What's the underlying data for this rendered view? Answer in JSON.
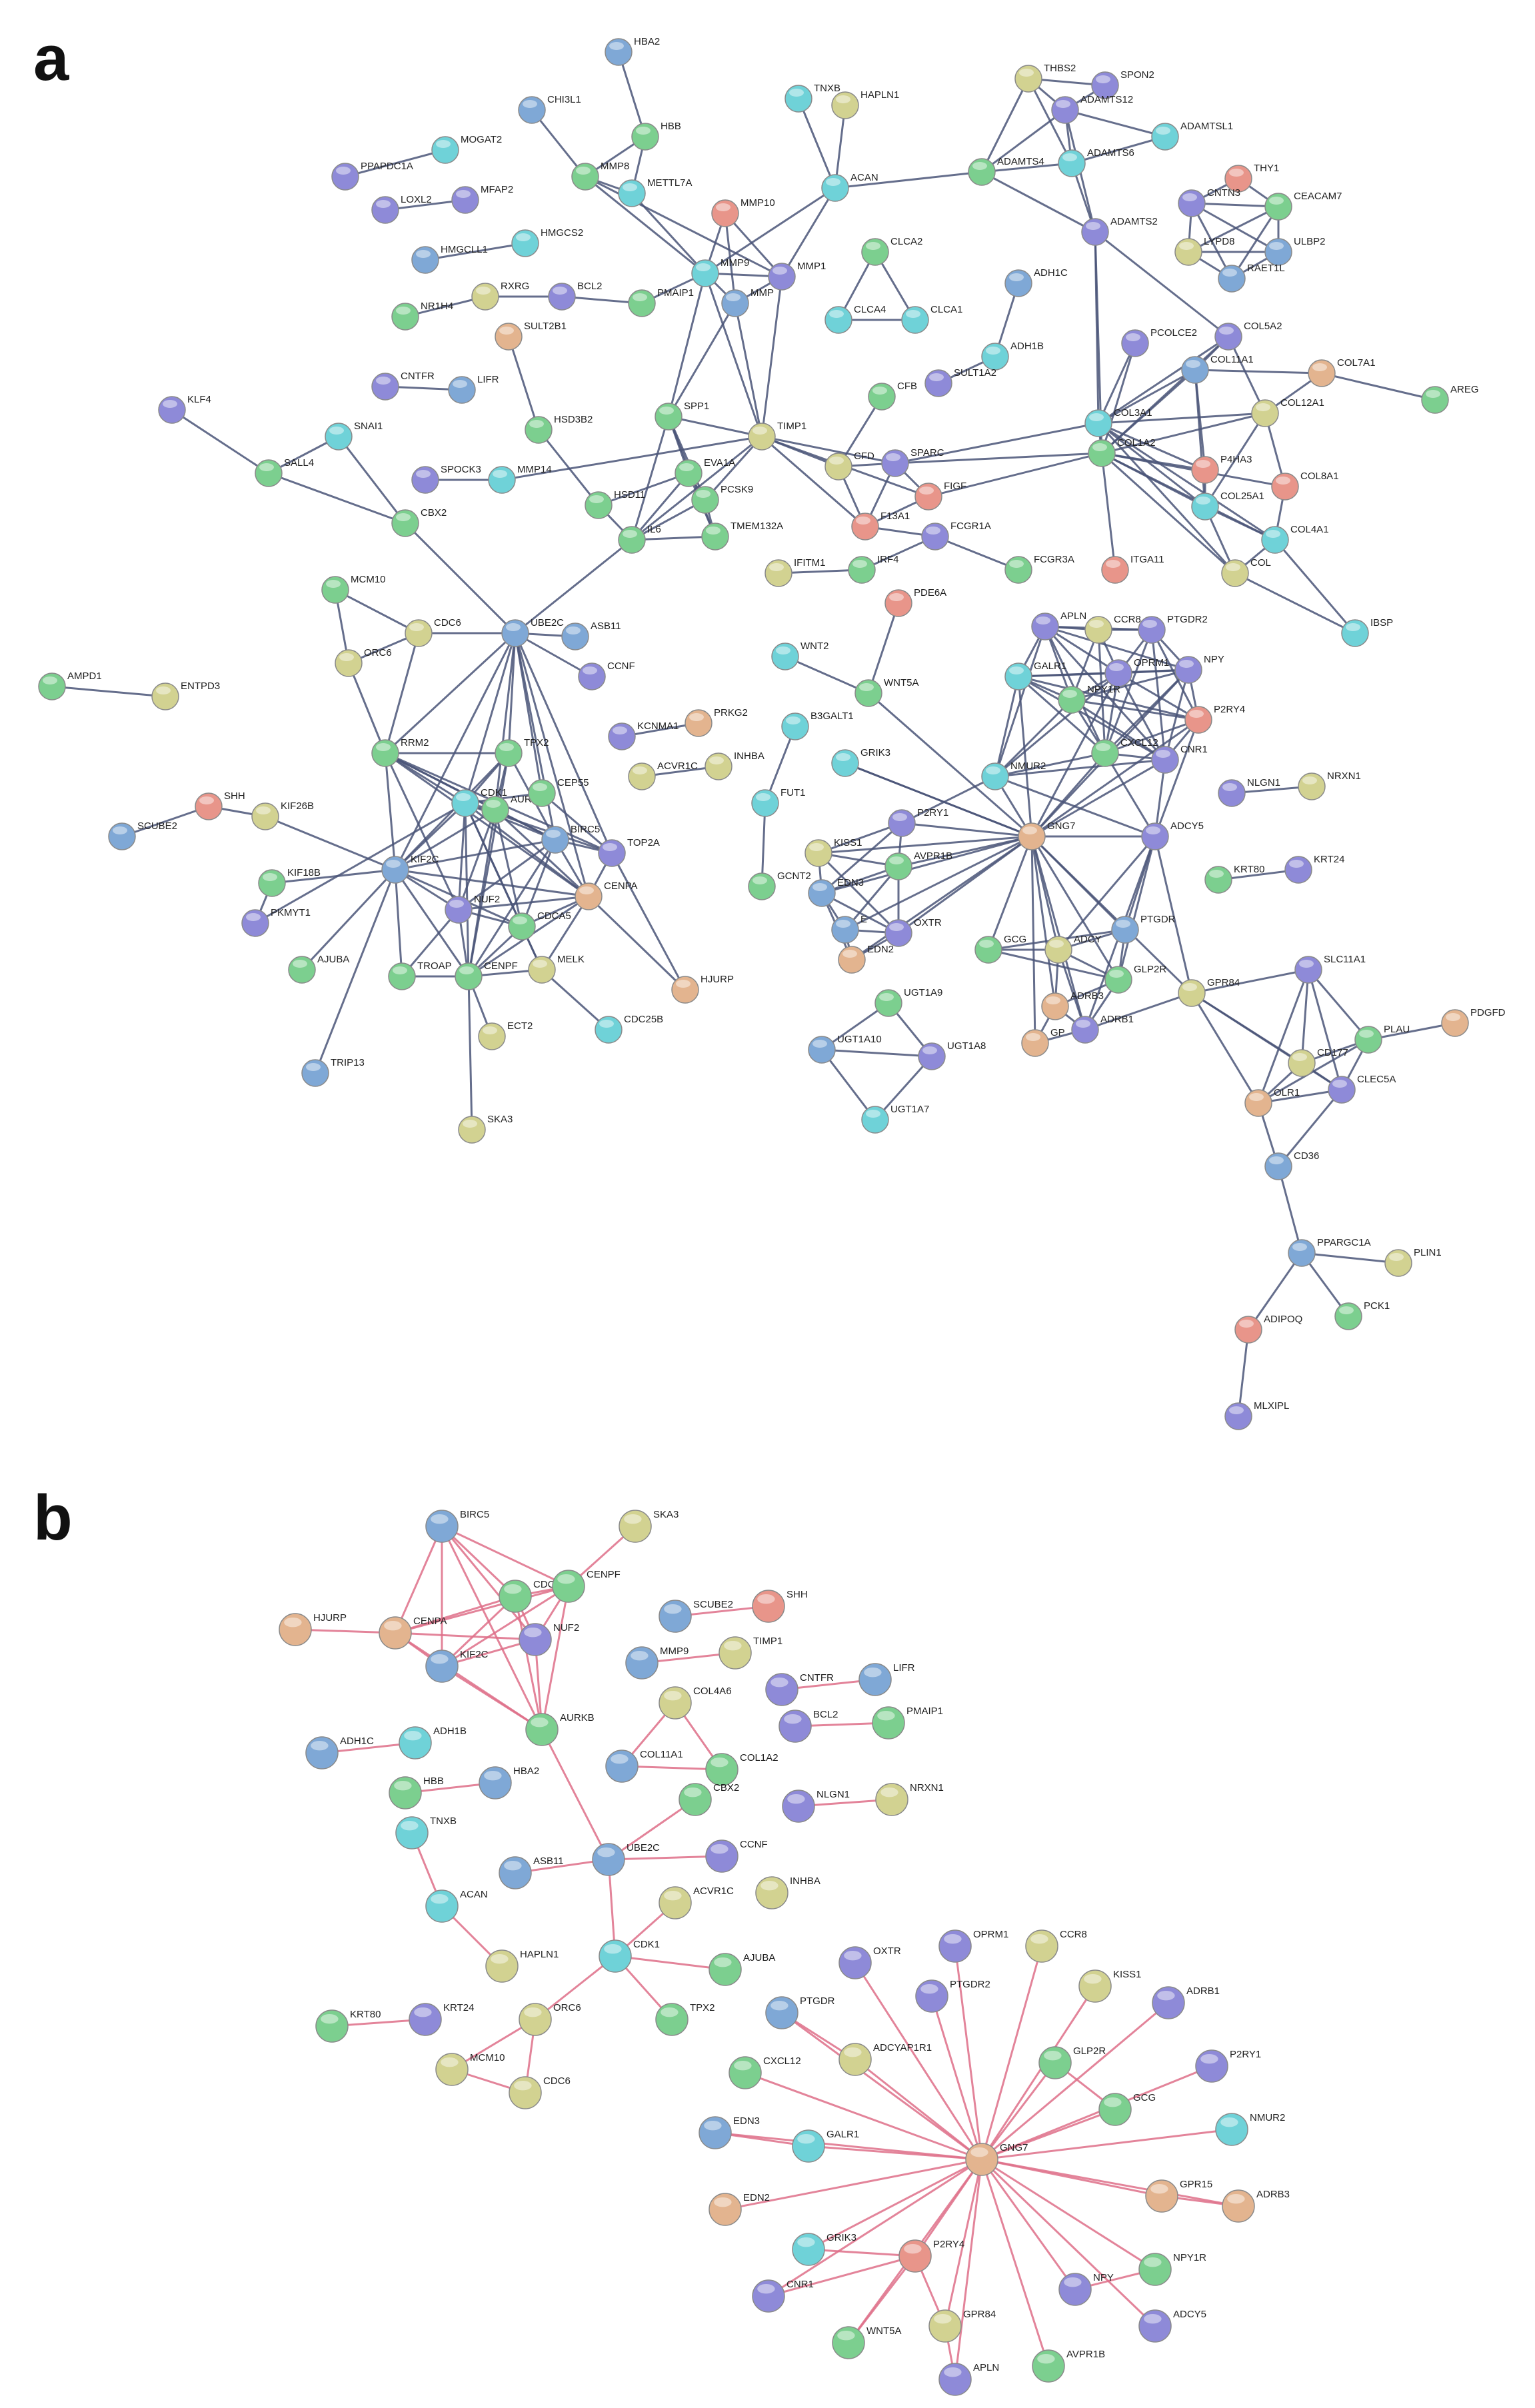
{
  "panels": {
    "a": {
      "label": "a"
    },
    "b": {
      "label": "b"
    }
  },
  "colors": {
    "blue": "#7fa8d6",
    "green": "#7ccf8f",
    "teal": "#6fd2d8",
    "purple": "#8e8ad8",
    "khaki": "#d2d291",
    "salmon": "#e8958a",
    "tan": "#e3b48f",
    "edge_a": "#4a5578",
    "edge_b": "#de6e88"
  },
  "network_a": {
    "nodes": [
      {
        "id": "HBA2",
        "c": "blue"
      },
      {
        "id": "CHI3L1",
        "c": "blue"
      },
      {
        "id": "HBB",
        "c": "green"
      },
      {
        "id": "MOGAT2",
        "c": "teal"
      },
      {
        "id": "PPAPDC1A",
        "c": "purple"
      },
      {
        "id": "MMP8",
        "c": "green"
      },
      {
        "id": "METTL7A",
        "c": "teal"
      },
      {
        "id": "MFAP2",
        "c": "purple"
      },
      {
        "id": "LOXL2",
        "c": "purple"
      },
      {
        "id": "HMGCS2",
        "c": "teal"
      },
      {
        "id": "HMGCLL1",
        "c": "blue"
      },
      {
        "id": "NR1H4",
        "c": "green"
      },
      {
        "id": "RXRG",
        "c": "khaki"
      },
      {
        "id": "BCL2",
        "c": "purple"
      },
      {
        "id": "PMAIP1",
        "c": "green"
      },
      {
        "id": "SULT2B1",
        "c": "tan"
      },
      {
        "id": "CNTFR",
        "c": "purple"
      },
      {
        "id": "LIFR",
        "c": "blue"
      },
      {
        "id": "KLF4",
        "c": "purple"
      },
      {
        "id": "SNAI1",
        "c": "teal"
      },
      {
        "id": "HSD3B2",
        "c": "green"
      },
      {
        "id": "SALL4",
        "c": "green"
      },
      {
        "id": "SPOCK3",
        "c": "purple"
      },
      {
        "id": "MMP14",
        "c": "teal"
      },
      {
        "id": "CBX2",
        "c": "green"
      },
      {
        "id": "HSD11",
        "c": "green"
      },
      {
        "id": "TNXB",
        "c": "teal"
      },
      {
        "id": "HAPLN1",
        "c": "khaki"
      },
      {
        "id": "ACAN",
        "c": "teal"
      },
      {
        "id": "MMP10",
        "c": "salmon"
      },
      {
        "id": "MMP9",
        "c": "teal"
      },
      {
        "id": "MMP1",
        "c": "purple"
      },
      {
        "id": "MMP",
        "c": "blue"
      },
      {
        "id": "THBS2",
        "c": "khaki"
      },
      {
        "id": "SPON2",
        "c": "purple"
      },
      {
        "id": "ADAMTS12",
        "c": "purple"
      },
      {
        "id": "ADAMTSL1",
        "c": "teal"
      },
      {
        "id": "ADAMTS4",
        "c": "green"
      },
      {
        "id": "ADAMTS6",
        "c": "teal"
      },
      {
        "id": "ADAMTS2",
        "c": "purple"
      },
      {
        "id": "THY1",
        "c": "salmon"
      },
      {
        "id": "CNTN3",
        "c": "purple"
      },
      {
        "id": "CEACAM7",
        "c": "green"
      },
      {
        "id": "LYPD8",
        "c": "khaki"
      },
      {
        "id": "ULBP2",
        "c": "blue"
      },
      {
        "id": "RAET1L",
        "c": "blue"
      },
      {
        "id": "CLCA2",
        "c": "green"
      },
      {
        "id": "CLCA4",
        "c": "teal"
      },
      {
        "id": "CLCA1",
        "c": "teal"
      },
      {
        "id": "ADH1C",
        "c": "blue"
      },
      {
        "id": "ADH1B",
        "c": "teal"
      },
      {
        "id": "SULT1A2",
        "c": "purple"
      },
      {
        "id": "SPP1",
        "c": "green"
      },
      {
        "id": "TIMP1",
        "c": "khaki"
      },
      {
        "id": "EVA1A",
        "c": "green"
      },
      {
        "id": "PCSK9",
        "c": "green"
      },
      {
        "id": "TMEM132A",
        "c": "green"
      },
      {
        "id": "IL6",
        "c": "green"
      },
      {
        "id": "CFB",
        "c": "green"
      },
      {
        "id": "CFD",
        "c": "khaki"
      },
      {
        "id": "SPARC",
        "c": "purple"
      },
      {
        "id": "F13A1",
        "c": "salmon"
      },
      {
        "id": "FIGF",
        "c": "salmon"
      },
      {
        "id": "PCOLCE2",
        "c": "purple"
      },
      {
        "id": "COL5A2",
        "c": "purple"
      },
      {
        "id": "COL11A1",
        "c": "blue"
      },
      {
        "id": "COL7A1",
        "c": "tan"
      },
      {
        "id": "AREG",
        "c": "green"
      },
      {
        "id": "COL3A1",
        "c": "teal"
      },
      {
        "id": "COL1A2",
        "c": "green"
      },
      {
        "id": "COL12A1",
        "c": "khaki"
      },
      {
        "id": "P4HA3",
        "c": "salmon"
      },
      {
        "id": "COL8A1",
        "c": "salmon"
      },
      {
        "id": "COL25A1",
        "c": "teal"
      },
      {
        "id": "COL4A1",
        "c": "teal"
      },
      {
        "id": "COL",
        "c": "khaki"
      },
      {
        "id": "IBSP",
        "c": "teal"
      },
      {
        "id": "ITGA11",
        "c": "salmon"
      },
      {
        "id": "FCGR1A",
        "c": "purple"
      },
      {
        "id": "FCGR3A",
        "c": "green"
      },
      {
        "id": "IFITM1",
        "c": "khaki"
      },
      {
        "id": "IRF4",
        "c": "green"
      },
      {
        "id": "PDE6A",
        "c": "salmon"
      },
      {
        "id": "MCM10",
        "c": "green"
      },
      {
        "id": "CDC6",
        "c": "khaki"
      },
      {
        "id": "ORC6",
        "c": "khaki"
      },
      {
        "id": "UBE2C",
        "c": "blue"
      },
      {
        "id": "ASB11",
        "c": "blue"
      },
      {
        "id": "CCNF",
        "c": "purple"
      },
      {
        "id": "AMPD1",
        "c": "green"
      },
      {
        "id": "ENTPD3",
        "c": "khaki"
      },
      {
        "id": "RRM2",
        "c": "green"
      },
      {
        "id": "TPX2",
        "c": "green"
      },
      {
        "id": "KCNMA1",
        "c": "purple"
      },
      {
        "id": "PRKG2",
        "c": "tan"
      },
      {
        "id": "ACVR1C",
        "c": "khaki"
      },
      {
        "id": "INHBA",
        "c": "khaki"
      },
      {
        "id": "SHH",
        "c": "salmon"
      },
      {
        "id": "KIF26B",
        "c": "khaki"
      },
      {
        "id": "SCUBE2",
        "c": "blue"
      },
      {
        "id": "CDK1",
        "c": "teal"
      },
      {
        "id": "AURKB",
        "c": "green"
      },
      {
        "id": "CEP55",
        "c": "green"
      },
      {
        "id": "BIRC5",
        "c": "blue"
      },
      {
        "id": "TOP2A",
        "c": "purple"
      },
      {
        "id": "KIF2C",
        "c": "blue"
      },
      {
        "id": "KIF18B",
        "c": "green"
      },
      {
        "id": "PKMYT1",
        "c": "purple"
      },
      {
        "id": "NUF2",
        "c": "purple"
      },
      {
        "id": "CENPA",
        "c": "tan"
      },
      {
        "id": "CDCA5",
        "c": "green"
      },
      {
        "id": "MELK",
        "c": "khaki"
      },
      {
        "id": "AJUBA",
        "c": "green"
      },
      {
        "id": "TROAP",
        "c": "green"
      },
      {
        "id": "CENPF",
        "c": "green"
      },
      {
        "id": "ECT2",
        "c": "khaki"
      },
      {
        "id": "CDC25B",
        "c": "teal"
      },
      {
        "id": "HJURP",
        "c": "tan"
      },
      {
        "id": "TRIP13",
        "c": "blue"
      },
      {
        "id": "SKA3",
        "c": "khaki"
      },
      {
        "id": "WNT2",
        "c": "teal"
      },
      {
        "id": "WNT5A",
        "c": "green"
      },
      {
        "id": "B3GALT1",
        "c": "teal"
      },
      {
        "id": "GRIK3",
        "c": "teal"
      },
      {
        "id": "FUT1",
        "c": "teal"
      },
      {
        "id": "GCNT2",
        "c": "green"
      },
      {
        "id": "APLN",
        "c": "purple"
      },
      {
        "id": "CCR8",
        "c": "khaki"
      },
      {
        "id": "PTGDR2",
        "c": "purple"
      },
      {
        "id": "GALR1",
        "c": "teal"
      },
      {
        "id": "NPY",
        "c": "purple"
      },
      {
        "id": "OPRM1",
        "c": "purple"
      },
      {
        "id": "NPY1R",
        "c": "green"
      },
      {
        "id": "P2RY4",
        "c": "salmon"
      },
      {
        "id": "CXCL12",
        "c": "green"
      },
      {
        "id": "CNR1",
        "c": "purple"
      },
      {
        "id": "NMUR2",
        "c": "teal"
      },
      {
        "id": "GNG7",
        "c": "tan"
      },
      {
        "id": "P2RY1",
        "c": "purple"
      },
      {
        "id": "ADCY5",
        "c": "purple"
      },
      {
        "id": "KISS1",
        "c": "khaki"
      },
      {
        "id": "AVPR1B",
        "c": "green"
      },
      {
        "id": "EDN3",
        "c": "blue"
      },
      {
        "id": "EDN_",
        "c": "blue",
        "label": "E"
      },
      {
        "id": "OXTR",
        "c": "purple"
      },
      {
        "id": "EDN2",
        "c": "tan"
      },
      {
        "id": "GCG",
        "c": "green"
      },
      {
        "id": "ADCY",
        "c": "khaki"
      },
      {
        "id": "PTGDR",
        "c": "blue"
      },
      {
        "id": "GLP2R",
        "c": "green"
      },
      {
        "id": "ADRB3",
        "c": "tan"
      },
      {
        "id": "GP",
        "c": "tan"
      },
      {
        "id": "ADRB1",
        "c": "purple"
      },
      {
        "id": "GPR84",
        "c": "khaki"
      },
      {
        "id": "NLGN1",
        "c": "purple"
      },
      {
        "id": "NRXN1",
        "c": "khaki"
      },
      {
        "id": "KRT80",
        "c": "green"
      },
      {
        "id": "KRT24",
        "c": "purple"
      },
      {
        "id": "SLC11A1",
        "c": "purple"
      },
      {
        "id": "PDGFD",
        "c": "tan"
      },
      {
        "id": "PLAU",
        "c": "green"
      },
      {
        "id": "CD177",
        "c": "khaki"
      },
      {
        "id": "OLR1",
        "c": "tan"
      },
      {
        "id": "CLEC5A",
        "c": "purple"
      },
      {
        "id": "CD36",
        "c": "blue"
      },
      {
        "id": "UGT1A9",
        "c": "green"
      },
      {
        "id": "UGT1A10",
        "c": "blue"
      },
      {
        "id": "UGT1A8",
        "c": "purple"
      },
      {
        "id": "UGT1A7",
        "c": "teal"
      },
      {
        "id": "PPARGC1A",
        "c": "blue"
      },
      {
        "id": "PLIN1",
        "c": "khaki"
      },
      {
        "id": "ADIPOQ",
        "c": "salmon"
      },
      {
        "id": "PCK1",
        "c": "green"
      },
      {
        "id": "MLXIPL",
        "c": "purple"
      }
    ]
  },
  "network_b": {
    "nodes": [
      {
        "id": "BIRC5",
        "c": "blue"
      },
      {
        "id": "SKA3",
        "c": "khaki"
      },
      {
        "id": "CDCA5",
        "c": "green"
      },
      {
        "id": "CENPF",
        "c": "green"
      },
      {
        "id": "HJURP",
        "c": "tan"
      },
      {
        "id": "CENPA",
        "c": "tan"
      },
      {
        "id": "NUF2",
        "c": "purple"
      },
      {
        "id": "KIF2C",
        "c": "blue"
      },
      {
        "id": "AURKB",
        "c": "green"
      },
      {
        "id": "SCUBE2",
        "c": "blue"
      },
      {
        "id": "SHH",
        "c": "salmon"
      },
      {
        "id": "MMP9",
        "c": "blue"
      },
      {
        "id": "TIMP1",
        "c": "khaki"
      },
      {
        "id": "CNTFR",
        "c": "purple"
      },
      {
        "id": "LIFR",
        "c": "blue"
      },
      {
        "id": "COL4A6",
        "c": "khaki"
      },
      {
        "id": "BCL2",
        "c": "purple"
      },
      {
        "id": "PMAIP1",
        "c": "green"
      },
      {
        "id": "ADH1C",
        "c": "blue"
      },
      {
        "id": "ADH1B",
        "c": "teal"
      },
      {
        "id": "COL11A1",
        "c": "blue"
      },
      {
        "id": "COL1A2",
        "c": "green"
      },
      {
        "id": "HBB",
        "c": "green"
      },
      {
        "id": "HBA2",
        "c": "blue"
      },
      {
        "id": "CBX2",
        "c": "green"
      },
      {
        "id": "NLGN1",
        "c": "purple"
      },
      {
        "id": "NRXN1",
        "c": "khaki"
      },
      {
        "id": "TNXB",
        "c": "teal"
      },
      {
        "id": "ASB11",
        "c": "blue"
      },
      {
        "id": "UBE2C",
        "c": "blue"
      },
      {
        "id": "CCNF",
        "c": "purple"
      },
      {
        "id": "ACAN",
        "c": "teal"
      },
      {
        "id": "ACVR1C",
        "c": "khaki"
      },
      {
        "id": "INHBA",
        "c": "khaki"
      },
      {
        "id": "CDK1",
        "c": "teal"
      },
      {
        "id": "HAPLN1",
        "c": "khaki"
      },
      {
        "id": "AJUBA",
        "c": "green"
      },
      {
        "id": "TPX2",
        "c": "green"
      },
      {
        "id": "KRT80",
        "c": "green"
      },
      {
        "id": "KRT24",
        "c": "purple"
      },
      {
        "id": "ORC6",
        "c": "khaki"
      },
      {
        "id": "MCM10",
        "c": "khaki"
      },
      {
        "id": "CDC6",
        "c": "khaki"
      },
      {
        "id": "OPRM1",
        "c": "purple"
      },
      {
        "id": "CCR8",
        "c": "khaki"
      },
      {
        "id": "OXTR",
        "c": "purple"
      },
      {
        "id": "PTGDR2",
        "c": "purple"
      },
      {
        "id": "KISS1",
        "c": "khaki"
      },
      {
        "id": "PTGDR",
        "c": "blue"
      },
      {
        "id": "ADCYAP1R1",
        "c": "khaki"
      },
      {
        "id": "ADRB1",
        "c": "purple"
      },
      {
        "id": "CXCL12",
        "c": "green"
      },
      {
        "id": "GLP2R",
        "c": "green"
      },
      {
        "id": "P2RY1",
        "c": "purple"
      },
      {
        "id": "GCG",
        "c": "green"
      },
      {
        "id": "EDN3",
        "c": "blue"
      },
      {
        "id": "GALR1",
        "c": "teal"
      },
      {
        "id": "NMUR2",
        "c": "teal"
      },
      {
        "id": "GNG7",
        "c": "tan"
      },
      {
        "id": "EDN2",
        "c": "tan"
      },
      {
        "id": "GPR15",
        "c": "tan"
      },
      {
        "id": "ADRB3",
        "c": "tan"
      },
      {
        "id": "GRIK3",
        "c": "teal"
      },
      {
        "id": "P2RY4",
        "c": "salmon"
      },
      {
        "id": "NPY1R",
        "c": "green"
      },
      {
        "id": "CNR1",
        "c": "purple"
      },
      {
        "id": "NPY",
        "c": "purple"
      },
      {
        "id": "GPR84",
        "c": "khaki"
      },
      {
        "id": "ADCY5",
        "c": "purple"
      },
      {
        "id": "WNT5A",
        "c": "green"
      },
      {
        "id": "APLN",
        "c": "purple"
      },
      {
        "id": "AVPR1B",
        "c": "green"
      }
    ]
  }
}
